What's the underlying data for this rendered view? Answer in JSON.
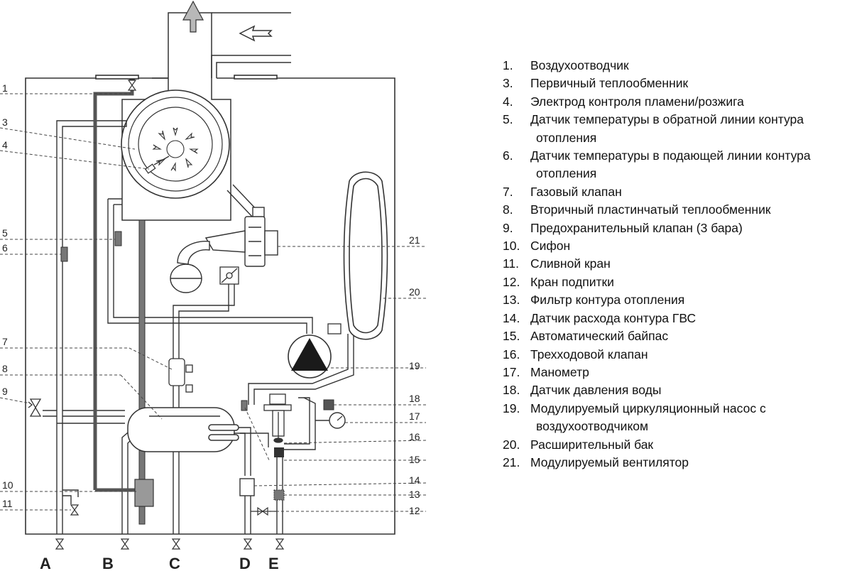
{
  "callouts_left": [
    "1",
    "3",
    "4",
    "5",
    "6",
    "7",
    "8",
    "9",
    "10",
    "11"
  ],
  "callouts_right": [
    "21",
    "20",
    "19",
    "18",
    "17",
    "16",
    "15",
    "14",
    "13",
    "12"
  ],
  "connections": [
    "A",
    "B",
    "C",
    "D",
    "E"
  ],
  "legend": [
    {
      "num": "1.",
      "text": "Воздухоотводчик",
      "cont": ""
    },
    {
      "num": "3.",
      "text": "Первичный теплообменник",
      "cont": ""
    },
    {
      "num": "4.",
      "text": "Электрод контроля пламени/розжига",
      "cont": ""
    },
    {
      "num": "5.",
      "text": "Датчик температуры в обратной линии контура",
      "cont": "отопления"
    },
    {
      "num": "6.",
      "text": "Датчик температуры в подающей линии контура",
      "cont": "отопления"
    },
    {
      "num": "7.",
      "text": "Газовый клапан",
      "cont": ""
    },
    {
      "num": "8.",
      "text": "Вторичный пластинчатый теплообменник",
      "cont": ""
    },
    {
      "num": "9.",
      "text": "Предохранительный клапан (3 бара)",
      "cont": ""
    },
    {
      "num": "10.",
      "text": "Сифон",
      "cont": ""
    },
    {
      "num": "11.",
      "text": "Сливной кран",
      "cont": ""
    },
    {
      "num": "12.",
      "text": "Кран подпитки",
      "cont": ""
    },
    {
      "num": "13.",
      "text": "Фильтр контура отопления",
      "cont": ""
    },
    {
      "num": "14.",
      "text": "Датчик расхода контура ГВС",
      "cont": ""
    },
    {
      "num": "15.",
      "text": "Автоматический байпас",
      "cont": ""
    },
    {
      "num": "16.",
      "text": "Трехходовой клапан",
      "cont": ""
    },
    {
      "num": "17.",
      "text": "Манометр",
      "cont": ""
    },
    {
      "num": "18.",
      "text": "Датчик давления воды",
      "cont": ""
    },
    {
      "num": "19.",
      "text": "Модулируемый циркуляционный насос с",
      "cont": "воздухоотводчиком"
    },
    {
      "num": "20.",
      "text": "Расширительный бак",
      "cont": ""
    },
    {
      "num": "21.",
      "text": "Модулируемый вентилятор",
      "cont": ""
    }
  ],
  "colors": {
    "line": "#333333",
    "pipe_fill": "#ffffff",
    "dark_pipe": "#555555",
    "arrow_fill": "#b8b8b8",
    "pump": "#1a1a1a"
  }
}
